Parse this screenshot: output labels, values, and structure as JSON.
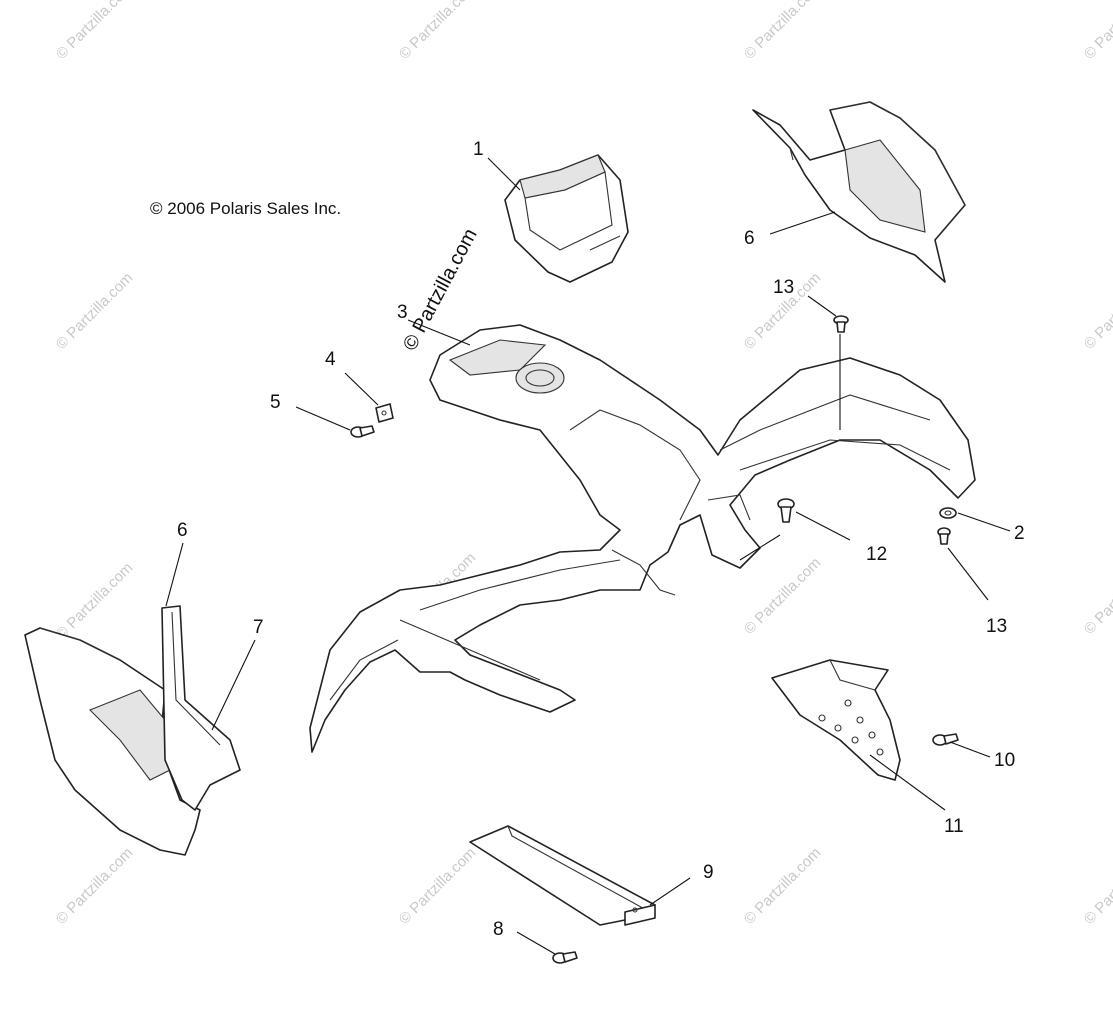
{
  "copyright": "© 2006 Polaris Sales Inc.",
  "watermark": "© Partzilla.com",
  "callouts": {
    "c1": "1",
    "c2": "2",
    "c3": "3",
    "c4": "4",
    "c5": "5",
    "c6a": "6",
    "c6b": "6",
    "c7": "7",
    "c8": "8",
    "c9": "9",
    "c10": "10",
    "c11": "11",
    "c12": "12",
    "c13a": "13",
    "c13b": "13"
  }
}
